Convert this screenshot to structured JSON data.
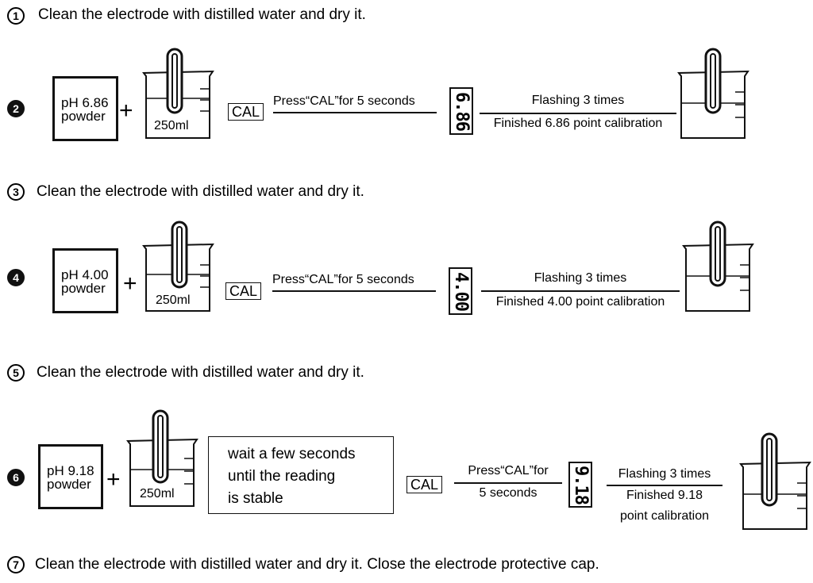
{
  "steps": {
    "s1": {
      "num": "1",
      "text": "Clean the electrode with distilled water and dry it."
    },
    "s2": {
      "num": "2",
      "powder": [
        "pH 6.86",
        "powder"
      ],
      "plus": "+",
      "volume": "250ml",
      "cal": "CAL",
      "press": "Press“CAL”for 5 seconds",
      "display": "6.86",
      "flash": "Flashing 3 times",
      "finished": "Finished 6.86 point calibration"
    },
    "s3": {
      "num": "3",
      "text": "Clean the electrode with distilled water and dry it."
    },
    "s4": {
      "num": "4",
      "powder": [
        "pH 4.00",
        "powder"
      ],
      "plus": "+",
      "volume": "250ml",
      "cal": "CAL",
      "press": "Press“CAL”for 5 seconds",
      "display": "4.00",
      "flash": "Flashing 3 times",
      "finished": "Finished 4.00 point calibration"
    },
    "s5": {
      "num": "5",
      "text": "Clean the electrode with distilled water and dry it."
    },
    "s6": {
      "num": "6",
      "powder": [
        "pH 9.18",
        "powder"
      ],
      "plus": "+",
      "volume": "250ml",
      "wait": [
        "wait a few seconds",
        "until the reading",
        "is stable"
      ],
      "cal": "CAL",
      "press": [
        "Press“CAL”for",
        "5 seconds"
      ],
      "display": "9.18",
      "flash": "Flashing 3 times",
      "finished": [
        "Finished 9.18",
        "point calibration"
      ]
    },
    "s7": {
      "num": "7",
      "text": "Clean the electrode with distilled water and dry it. Close the electrode protective cap."
    }
  }
}
